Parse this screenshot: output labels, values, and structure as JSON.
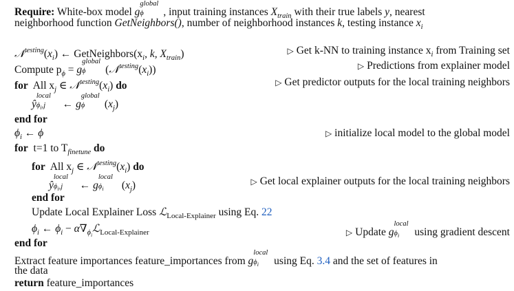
{
  "require": {
    "keyword": "Require:",
    "parts": {
      "p1": "White-box model",
      "p2": ", input training instances",
      "p3": "with their true labels",
      "p4": ", nearest",
      "line2a": "neighborhood function",
      "line2b": ", number of neighborhood instances",
      "line2c": ", testing instance"
    },
    "symbols": {
      "g": "g",
      "global": "global",
      "phi": "ϕ",
      "X": "X",
      "train": "train",
      "y": "y",
      "getneighbors": "GetNeighbors()",
      "k": "k",
      "xi": "x",
      "i": "i"
    }
  },
  "steps": {
    "s1": {
      "code": "GetNeighbors(x",
      "args": ", k, X",
      "comment": "Get k-NN to training instance x",
      "comment_tail": "from Training set"
    },
    "s2": {
      "code": "Compute p",
      "comment": "Predictions from explainer model"
    },
    "s3": {
      "kw": "for",
      "text": "All x",
      "kw_end": "do",
      "comment": "Get predictor outputs for the local training neighbors"
    },
    "s4": {
      "code": "ŷ"
    },
    "s5": {
      "kw": "end for"
    },
    "s6": {
      "code": "ϕ",
      "comment": "initialize local model to the global model"
    },
    "s7": {
      "kw": "for",
      "text": "t=1 to T",
      "sub": "finetune",
      "kw_end": "do"
    },
    "s8": {
      "kw": "for",
      "text": "All x",
      "kw_end": "do"
    },
    "s9": {
      "code": "ŷ",
      "comment": "Get local explainer outputs for the local training neighbors"
    },
    "s10": {
      "kw": "end for"
    },
    "s11": {
      "text": "Update Local Explainer Loss",
      "loss_sub": "Local-Explainer",
      "text2": "using Eq.",
      "ref": "22"
    },
    "s12": {
      "comment_a": "Update",
      "comment_b": "using gradient descent",
      "loss_sub": "Local-Explainer"
    },
    "s13": {
      "kw": "end for"
    },
    "s14": {
      "text": "Extract feature importances feature_importances from",
      "text2": "using Eq.",
      "ref": "3.4",
      "text3": "and the set of features in"
    },
    "s15": {
      "text": "the data"
    },
    "s16": {
      "kw": "return",
      "text": "feature_importances"
    }
  },
  "labels": {
    "testing": "testing",
    "local": "local",
    "global": "global",
    "train": "train",
    "finetune": "finetune"
  },
  "colors": {
    "ref": "#1f5fbf",
    "text": "#111111"
  }
}
